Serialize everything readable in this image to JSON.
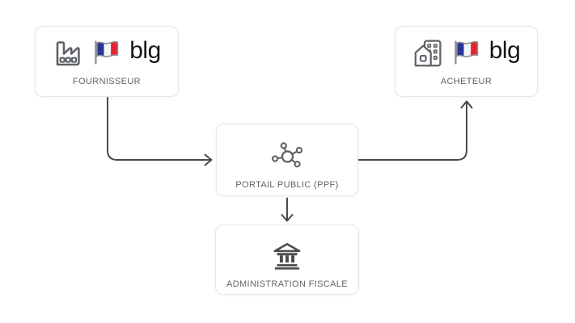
{
  "diagram": {
    "nodes": {
      "fournisseur": {
        "label": "FOURNISSEUR",
        "logo": "blg",
        "icons": [
          "factory-icon",
          "french-flag-icon"
        ]
      },
      "acheteur": {
        "label": "ACHETEUR",
        "logo": "blg",
        "icons": [
          "buildings-icon",
          "french-flag-icon"
        ]
      },
      "ppf": {
        "label": "PORTAIL PUBLIC (PPF)",
        "icons": [
          "hub-icon"
        ]
      },
      "administration": {
        "label": "ADMINISTRATION FISCALE",
        "icons": [
          "bank-icon"
        ]
      }
    },
    "edges": [
      {
        "from": "fournisseur",
        "to": "ppf"
      },
      {
        "from": "ppf",
        "to": "acheteur"
      },
      {
        "from": "ppf",
        "to": "administration"
      }
    ],
    "colors": {
      "background": "#ffffff",
      "box_background": "#ffffff",
      "box_border": "#e6e6e6",
      "label_text": "#5f6368",
      "logo_text": "#17171a",
      "icon_stroke": "#5f6368",
      "bank_icon_fill": "#4d4d4d",
      "arrow": "#4a4a4a",
      "flag_blue": "#27379a",
      "flag_white": "#f5f5f5",
      "flag_red": "#e32430",
      "flag_outline": "#8d8d8d"
    }
  }
}
